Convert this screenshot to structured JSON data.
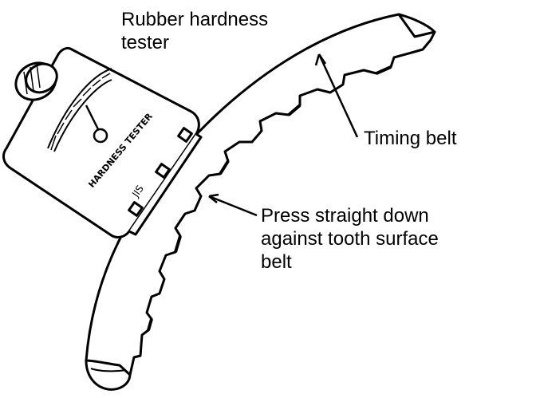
{
  "labels": {
    "tester": [
      "Rubber hardness",
      "tester"
    ],
    "belt": "Timing belt",
    "press": [
      "Press straight down",
      "against tooth surface",
      "belt"
    ]
  },
  "tester_face": {
    "brand": "HARDNESS TESTER",
    "standard": "JIS"
  },
  "colors": {
    "ink": "#000000",
    "paper": "#ffffff"
  }
}
